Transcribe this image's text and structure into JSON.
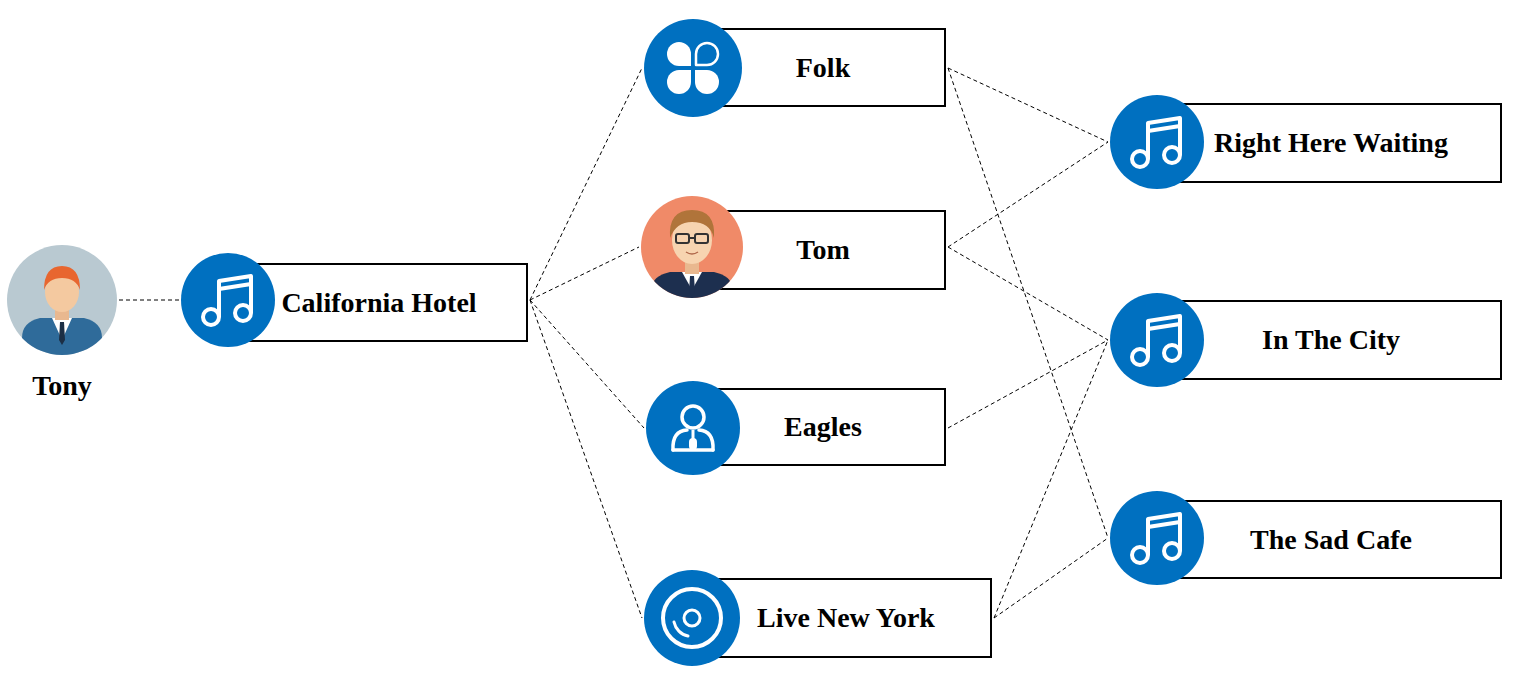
{
  "diagram": {
    "nodes": [
      {
        "text": [
          "Tony"
        ]
      },
      {
        "text": [
          "California Hotel"
        ]
      },
      {
        "text": [
          "Folk"
        ]
      },
      {
        "text": [
          "Tom"
        ]
      },
      {
        "text": [
          "Eagles"
        ]
      },
      {
        "text": [
          "Live New York"
        ]
      },
      {
        "text": [
          "Right Here Waiting"
        ]
      },
      {
        "text": [
          "In The City"
        ]
      },
      {
        "text": [
          "The Sad Cafe"
        ]
      }
    ],
    "edges": [
      {
        "from": 0,
        "to": 1,
        "arrow": "none"
      },
      {
        "from": 1,
        "to": 2,
        "arrow": "none"
      },
      {
        "from": 1,
        "to": 3,
        "arrow": "none"
      },
      {
        "from": 1,
        "to": 4,
        "arrow": "none"
      },
      {
        "from": 1,
        "to": 5,
        "arrow": "none"
      },
      {
        "from": 2,
        "to": 6,
        "arrow": "none"
      },
      {
        "from": 2,
        "to": 8,
        "arrow": "none"
      },
      {
        "from": 3,
        "to": 6,
        "arrow": "none"
      },
      {
        "from": 3,
        "to": 7,
        "arrow": "none"
      },
      {
        "from": 4,
        "to": 7,
        "arrow": "none"
      },
      {
        "from": 5,
        "to": 7,
        "arrow": "none"
      },
      {
        "from": 5,
        "to": 8,
        "arrow": "none"
      }
    ]
  }
}
